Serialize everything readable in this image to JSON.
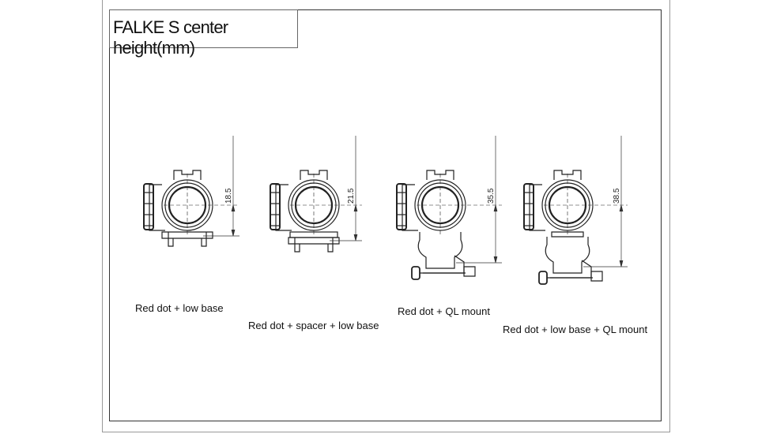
{
  "title": "FALKE S center height(mm)",
  "configurations": [
    {
      "label": "Red dot + low base",
      "height_mm": "18.5",
      "mount": "low"
    },
    {
      "label": "Red dot + spacer + low base",
      "height_mm": "21.5",
      "mount": "spacer"
    },
    {
      "label": "Red dot + QL mount",
      "height_mm": "35.5",
      "mount": "ql"
    },
    {
      "label": "Red dot + low base + QL mount",
      "height_mm": "38.5",
      "mount": "ql-low"
    }
  ]
}
